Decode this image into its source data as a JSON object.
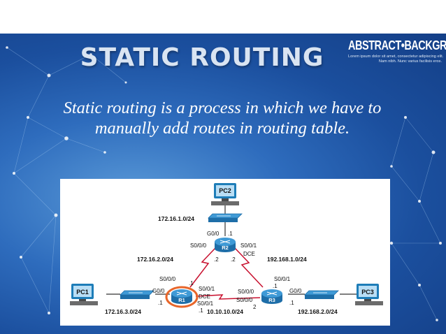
{
  "slide": {
    "title": "STATIC ROUTING",
    "subtitle": "Static routing is a process in which we have to manually add routes in routing table.",
    "logo": {
      "name": "ABSTRACT•BACKGROUND",
      "line1": "Lorem ipsum dolor sit amet, consectetur adipiscing elit.",
      "line2": "Nam nibh. Nunc varius facilisis eros."
    }
  },
  "colors": {
    "background": "#1f5aa8",
    "title": "#d9e4f2",
    "link_serial": "#c8102e",
    "router": "#1e7db8",
    "highlight": "#e8662a"
  },
  "topology": {
    "hosts": {
      "pc1": "PC1",
      "pc2": "PC2",
      "pc3": "PC3"
    },
    "routers": {
      "r1": "R1",
      "r2": "R2",
      "r3": "R3"
    },
    "networks": {
      "lan_r2": "172.16.1.0/24",
      "serial_r1_r2": "172.16.2.0/24",
      "serial_r2_r3": "192.168.1.0/24",
      "lan_r1": "172.16.3.0/24",
      "serial_r1_r3": "10.10.10.0/24",
      "lan_r3": "192.168.2.0/24"
    },
    "interfaces": {
      "r2_g00": "G0/0",
      "r2_g00_host": ".1",
      "r2_s000": "S0/0/0",
      "r2_s001": "S0/0/1",
      "r2_dce": "DCE",
      "r2_s000_host": ".2",
      "r2_s001_host": ".2",
      "r1_s000": "S0/0/0",
      "r1_s000_host": ".1",
      "r1_g00": "G0/0",
      "r1_g00_host": ".1",
      "r1_s001": "S0/0/1",
      "r1_dce": "DCE",
      "r1_s001_b": "S0/0/1",
      "r1_s001_host": ".1",
      "r3_s001": "S0/0/1",
      "r3_s001_host": ".1",
      "r3_s000": "S0/0/0",
      "r3_s000_b": "S0/0/0",
      "r3_s000_host": "2",
      "r3_g00": "G0/0",
      "r3_g00_host": ".1"
    }
  }
}
